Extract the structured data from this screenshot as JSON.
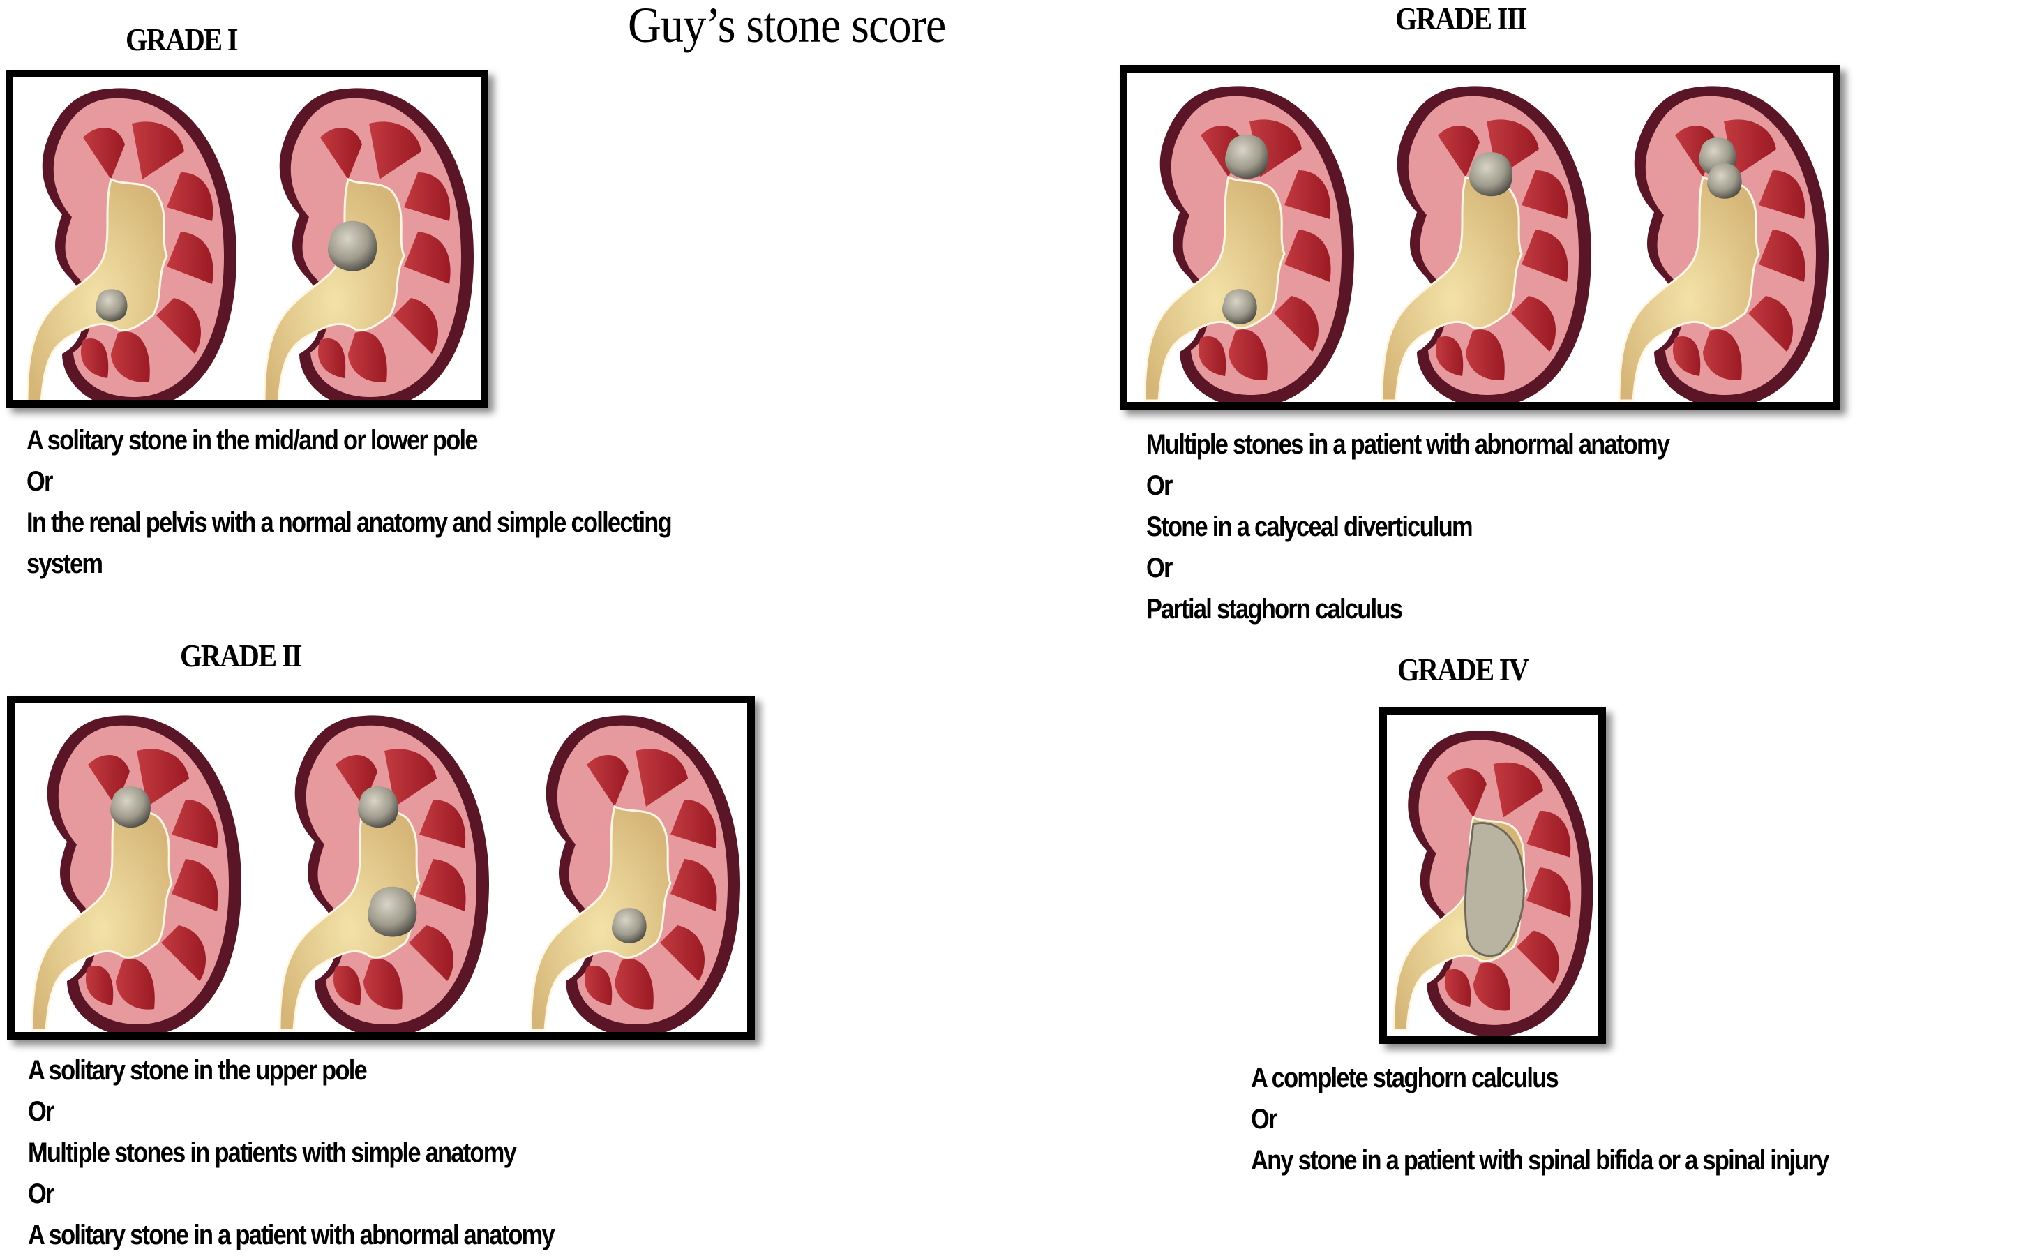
{
  "title": "Guy’s stone score",
  "colors": {
    "capsule": "#5a1526",
    "cortex": "#e79a9e",
    "pyramid": "#b3232d",
    "pelvis": "#e2c78c",
    "stone": "#9a9688",
    "border": "#000000"
  },
  "grades": [
    {
      "id": "grade-1",
      "label": "GRADE I",
      "kidney_count": 2,
      "description": [
        "A solitary stone in the mid/and or lower pole",
        "Or",
        " In the renal pelvis with a normal anatomy and simple collecting",
        " system"
      ]
    },
    {
      "id": "grade-2",
      "label": "GRADE II",
      "kidney_count": 3,
      "description": [
        "A solitary stone in the upper pole",
        "Or",
        "Multiple stones in  patients with simple anatomy",
        "Or",
        "A solitary stone in a patient with abnormal anatomy"
      ]
    },
    {
      "id": "grade-3",
      "label": "GRADE III",
      "kidney_count": 3,
      "description": [
        "Multiple stones in a patient with abnormal anatomy",
        "Or",
        " Stone in a calyceal diverticulum",
        "Or",
        "Partial staghorn calculus"
      ]
    },
    {
      "id": "grade-4",
      "label": "GRADE IV",
      "kidney_count": 1,
      "description": [
        "A complete staghorn calculus",
        "Or",
        "Any stone in a patient with spinal bifida or a spinal injury"
      ]
    }
  ]
}
